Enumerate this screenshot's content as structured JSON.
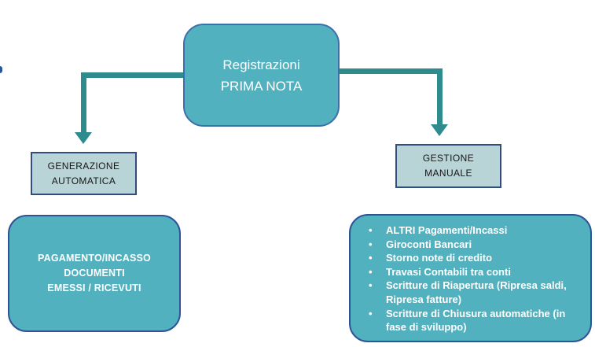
{
  "slide": {
    "root_node": {
      "lines": [
        "Registrazioni",
        "PRIMA NOTA"
      ]
    },
    "left_branch": {
      "label_lines": [
        "GENERAZIONE",
        "AUTOMATICA"
      ],
      "detail_lines": [
        "PAGAMENTO/INCASSO",
        "DOCUMENTI",
        "EMESSI / RICEVUTI"
      ]
    },
    "right_branch": {
      "label_lines": [
        "GESTIONE",
        "MANUALE"
      ],
      "items": [
        "ALTRI Pagamenti/Incassi",
        "Giroconti Bancari",
        "Storno note di credito",
        "Travasi Contabili tra conti",
        "Scritture di Riapertura (Ripresa saldi, Ripresa fatture)",
        "Scritture di Chiusura automatiche (in fase di sviluppo)"
      ]
    },
    "colors": {
      "node_fill": "#52b1bf",
      "node_border": "#3d6fa8",
      "detail_node_border": "#2f5496",
      "label_fill": "#b9d4d6",
      "label_border": "#2f4e7e",
      "arrow": "#2e8b8e",
      "left_edge_marker": "#2855a0",
      "root_text": "#ffffff",
      "label_text": "#161616",
      "detail_text": "#ffffff"
    }
  }
}
